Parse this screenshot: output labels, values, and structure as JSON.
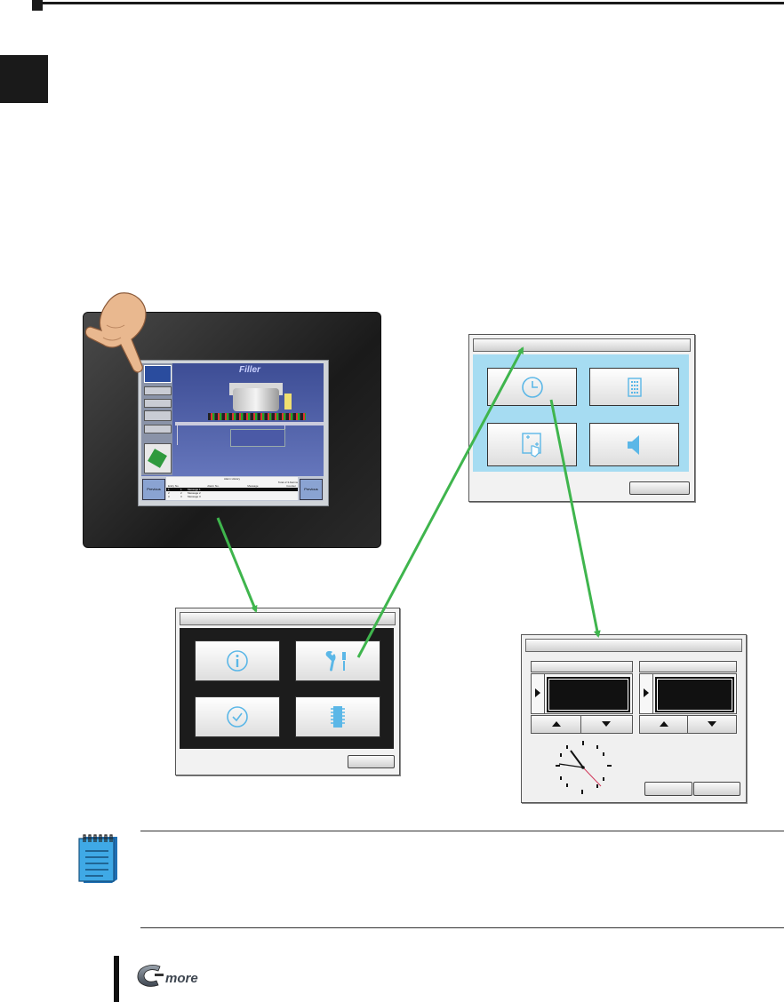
{
  "hmi": {
    "screen_title": "Filler",
    "side_buttons": [
      "",
      "",
      "",
      ""
    ],
    "footer_left": "Previous",
    "footer_right": "Previous",
    "alarm_history": {
      "title": "Alarm History",
      "total": "Total of 3 Alarms",
      "columns": [
        "Entry No.",
        "Alarm No.",
        "Message",
        "Counter"
      ],
      "rows": [
        {
          "entry": "1",
          "alarm": "1",
          "message": "Message 1"
        },
        {
          "entry": "2",
          "alarm": "2",
          "message": "Message 2"
        },
        {
          "entry": "3",
          "alarm": "3",
          "message": "Message 3"
        }
      ]
    }
  },
  "dialogs": {
    "main_menu": {
      "icons": [
        "info-icon",
        "tools-icon",
        "check-icon",
        "memory-chip-icon"
      ]
    },
    "setting_menu": {
      "icons": [
        "clock-icon",
        "keypad-icon",
        "touch-calibration-icon",
        "speaker-icon"
      ]
    },
    "date_time": {
      "fields": [
        "date",
        "time"
      ]
    }
  },
  "colors": {
    "setting_bg": "#a6dcf2",
    "menu_bg": "#1c1c1c",
    "arrow": "#3fb54d",
    "icon_blue": "#5bb7e7"
  },
  "brand": {
    "logo": "C-more"
  }
}
